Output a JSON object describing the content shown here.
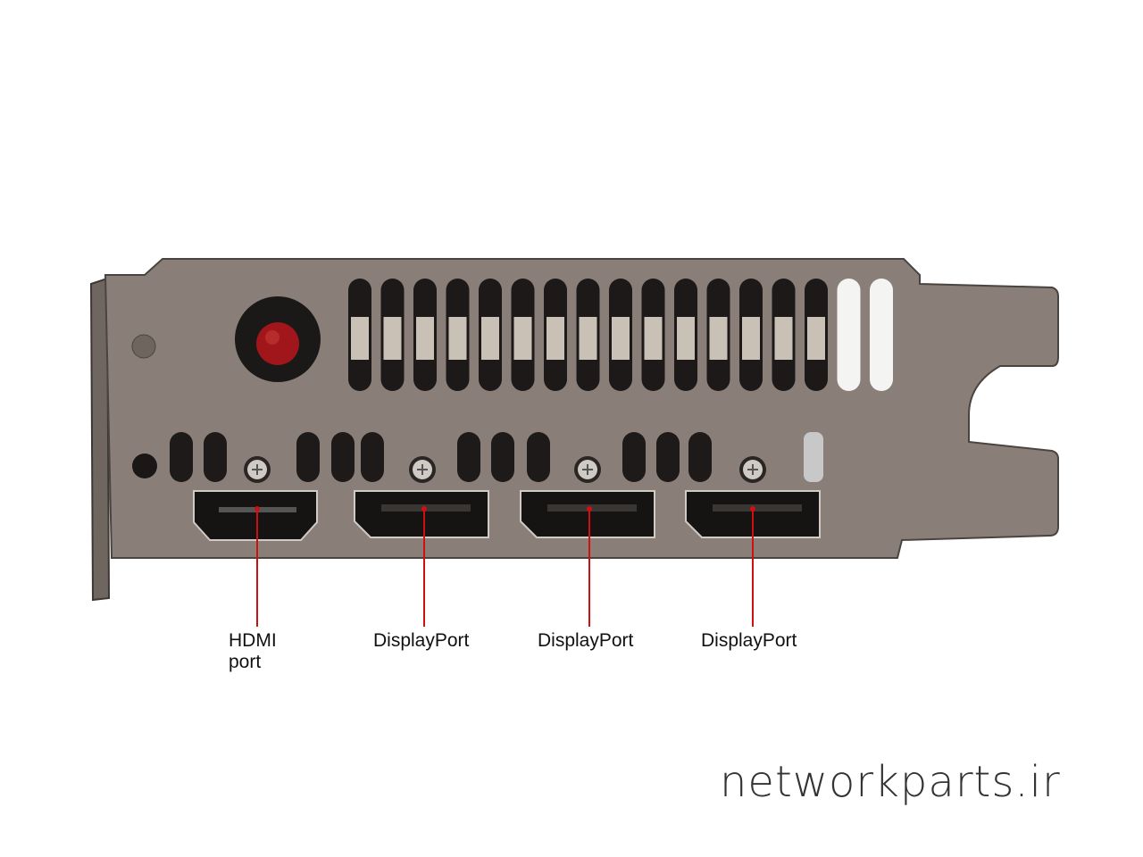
{
  "labels": {
    "hdmi_line1": "HDMI",
    "hdmi_line2": "port",
    "dp1": "DisplayPort",
    "dp2": "DisplayPort",
    "dp3": "DisplayPort"
  },
  "watermark": "networkparts.ir",
  "colors": {
    "bracket": "#8a7f78",
    "callout": "#d01010",
    "led": "#b01818"
  }
}
